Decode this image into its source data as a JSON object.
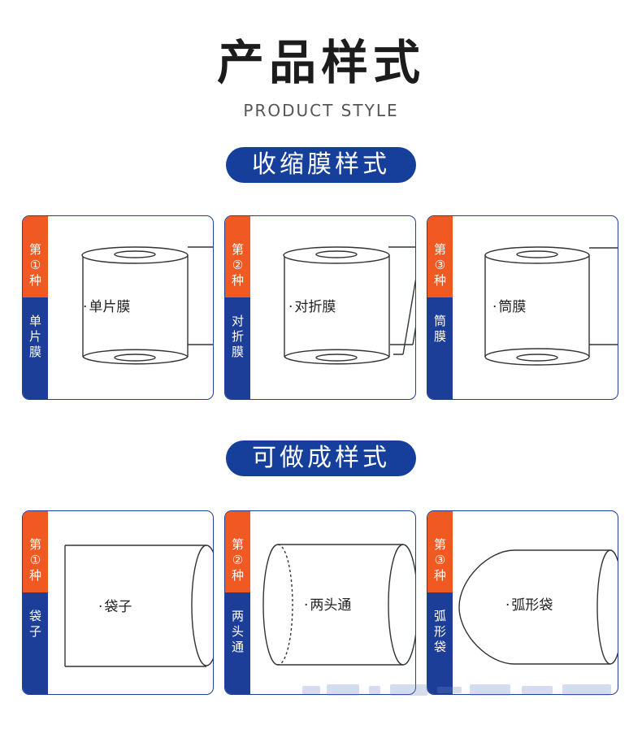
{
  "header": {
    "title": "产品样式",
    "subtitle": "PRODUCT STYLE"
  },
  "sections": [
    {
      "title": "收缩膜样式",
      "cards": [
        {
          "top_chars": [
            "第",
            "①",
            "种"
          ],
          "bottom_chars": [
            "单",
            "片",
            "膜"
          ],
          "label": "单片膜",
          "illustration": "roll-single-film"
        },
        {
          "top_chars": [
            "第",
            "②",
            "种"
          ],
          "bottom_chars": [
            "对",
            "折",
            "膜"
          ],
          "label": "对折膜",
          "illustration": "roll-folded-film"
        },
        {
          "top_chars": [
            "第",
            "③",
            "种"
          ],
          "bottom_chars": [
            "筒",
            "膜"
          ],
          "label": "筒膜",
          "illustration": "roll-tube-film"
        }
      ]
    },
    {
      "title": "可做成样式",
      "cards": [
        {
          "top_chars": [
            "第",
            "①",
            "种"
          ],
          "bottom_chars": [
            "袋",
            "子"
          ],
          "label": "袋子",
          "illustration": "bag"
        },
        {
          "top_chars": [
            "第",
            "②",
            "种"
          ],
          "bottom_chars": [
            "两",
            "头",
            "通"
          ],
          "label": "两头通",
          "illustration": "open-both-ends"
        },
        {
          "top_chars": [
            "第",
            "③",
            "种"
          ],
          "bottom_chars": [
            "弧",
            "形",
            "袋"
          ],
          "label": "弧形袋",
          "illustration": "arc-bag"
        }
      ]
    }
  ],
  "colors": {
    "accent_orange": "#f05a22",
    "accent_blue": "#1d3e98",
    "pill_blue": "#153f9b",
    "card_border": "#1f3f94"
  },
  "label_dot": "·"
}
